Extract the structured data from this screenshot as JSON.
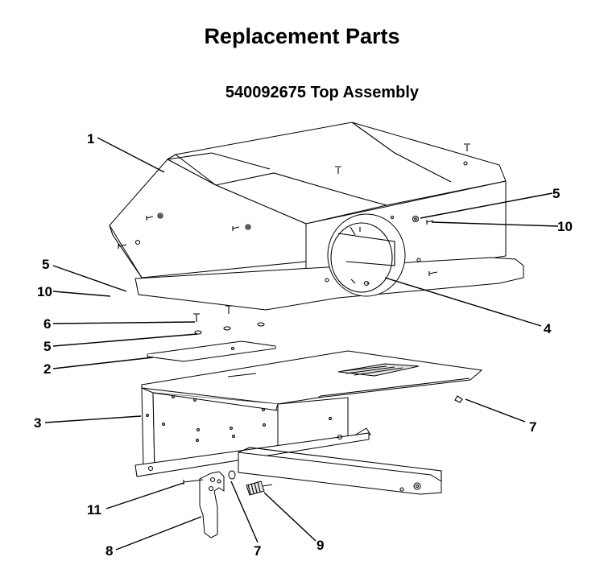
{
  "header": {
    "title": "Replacement Parts",
    "subtitle": "540092675  Top Assembly"
  },
  "callouts": {
    "c1": "1",
    "c5_right": "5",
    "c10_right": "10",
    "c5_left": "5",
    "c10_left": "10",
    "c6": "6",
    "c5_mid": "5",
    "c2": "2",
    "c4": "4",
    "c3": "3",
    "c7_right": "7",
    "c11": "11",
    "c8": "8",
    "c7_bottom": "7",
    "c9": "9"
  }
}
